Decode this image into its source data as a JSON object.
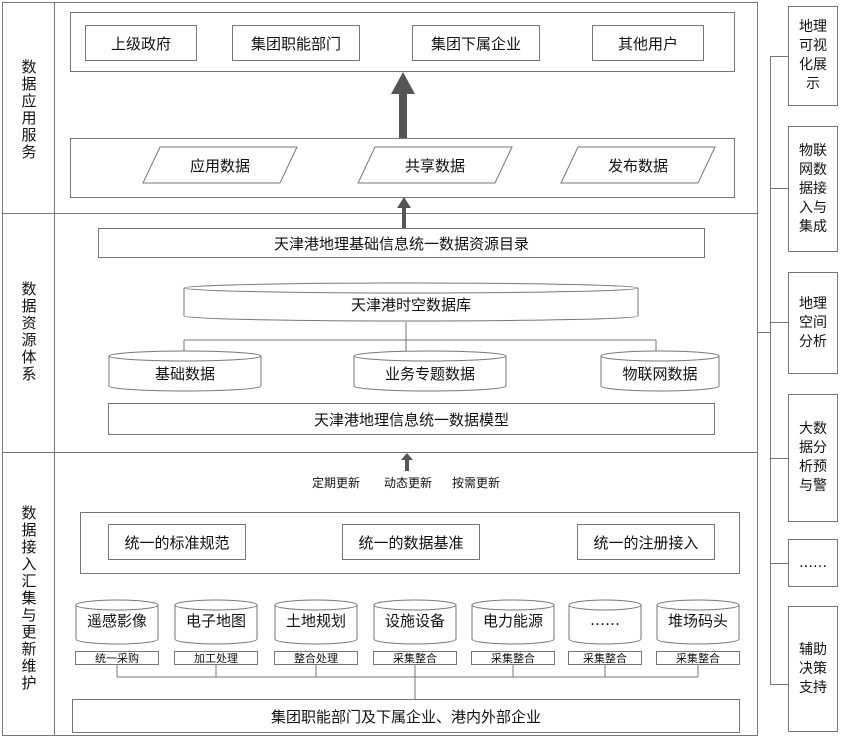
{
  "sections": {
    "app": "数据应用服务",
    "resource": "数据资源体系",
    "collect": "数据接入汇集与更新维护"
  },
  "users": [
    "上级政府",
    "集团职能部门",
    "集团下属企业",
    "其他用户"
  ],
  "data_types": [
    "应用数据",
    "共享数据",
    "发布数据"
  ],
  "catalog": "天津港地理基础信息统一数据资源目录",
  "spatiotemporal_db": "天津港时空数据库",
  "sub_dbs": [
    "基础数据",
    "业务专题数据",
    "物联网数据"
  ],
  "data_model": "天津港地理信息统一数据模型",
  "update_modes": [
    "定期更新",
    "动态更新",
    "按需更新"
  ],
  "standards": [
    "统一的标准规范",
    "统一的数据基准",
    "统一的注册接入"
  ],
  "sources": [
    {
      "name": "遥感影像",
      "process": "统一采购"
    },
    {
      "name": "电子地图",
      "process": "加工处理"
    },
    {
      "name": "土地规划",
      "process": "整合处理"
    },
    {
      "name": "设施设备",
      "process": "采集整合"
    },
    {
      "name": "电力能源",
      "process": "采集整合"
    },
    {
      "name": "……",
      "process": "采集整合"
    },
    {
      "name": "堆场码头",
      "process": "采集整合"
    }
  ],
  "bottom_source": "集团职能部门及下属企业、港内外部企业",
  "side_items": [
    "地理可视化展示",
    "物联网数据接入与集成",
    "地理空间分析",
    "大数据分析预与警",
    "……",
    "辅助决策支持"
  ]
}
